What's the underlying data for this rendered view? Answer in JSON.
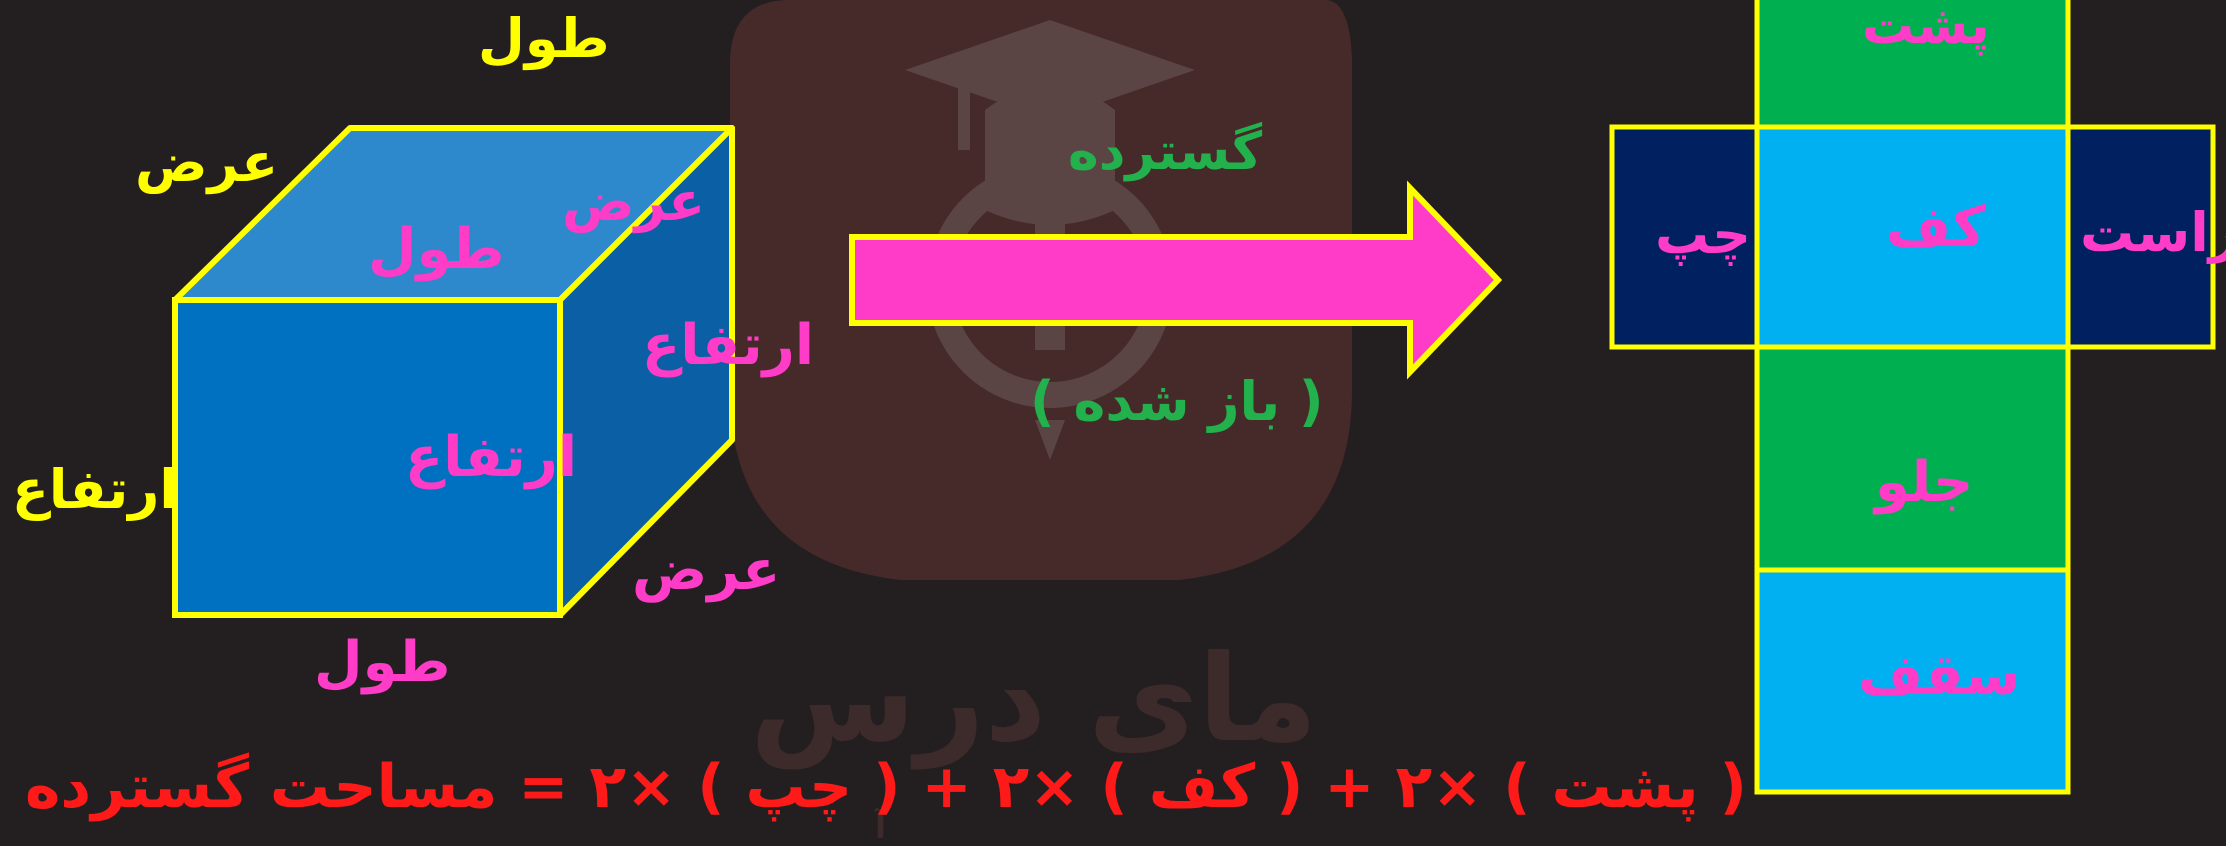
{
  "watermark": {
    "brand_text": "مای درس",
    "tagline_fragment": "آ"
  },
  "cube_outer_labels": {
    "length_top": "طول",
    "width_left": "عرض",
    "height_left": "ارتفاع"
  },
  "cube_face_labels": {
    "length_top_face": "طول",
    "width_top_face": "عرض",
    "height_side_face": "ارتفاع",
    "height_front_face": "ارتفاع",
    "width_bottom_edge": "عرض",
    "length_bottom_edge": "طول"
  },
  "arrow": {
    "label_top": "گسترده",
    "label_bottom": "( باز شده )"
  },
  "net_faces": {
    "back": "پشت",
    "left": "چپ",
    "bottom": "کف",
    "right": "راست",
    "front": "جلو",
    "top": "سقف"
  },
  "formula": {
    "text": "( پشت ) ×۲ + ( کف ) ×۲ + ( چپ  ) ×۲ = مساحت گسترده"
  },
  "colors": {
    "background": "#231f20",
    "outline": "#ffff00",
    "label_pink": "#ff3cc7",
    "label_green": "#22b14c",
    "formula_red": "#ff1a1a",
    "net_green": "#00b050",
    "net_cyan": "#00b0f0",
    "net_navy": "#002060",
    "cube_front": "#0070c0",
    "cube_top": "#2e88cc",
    "cube_side": "#0b5fa5"
  }
}
